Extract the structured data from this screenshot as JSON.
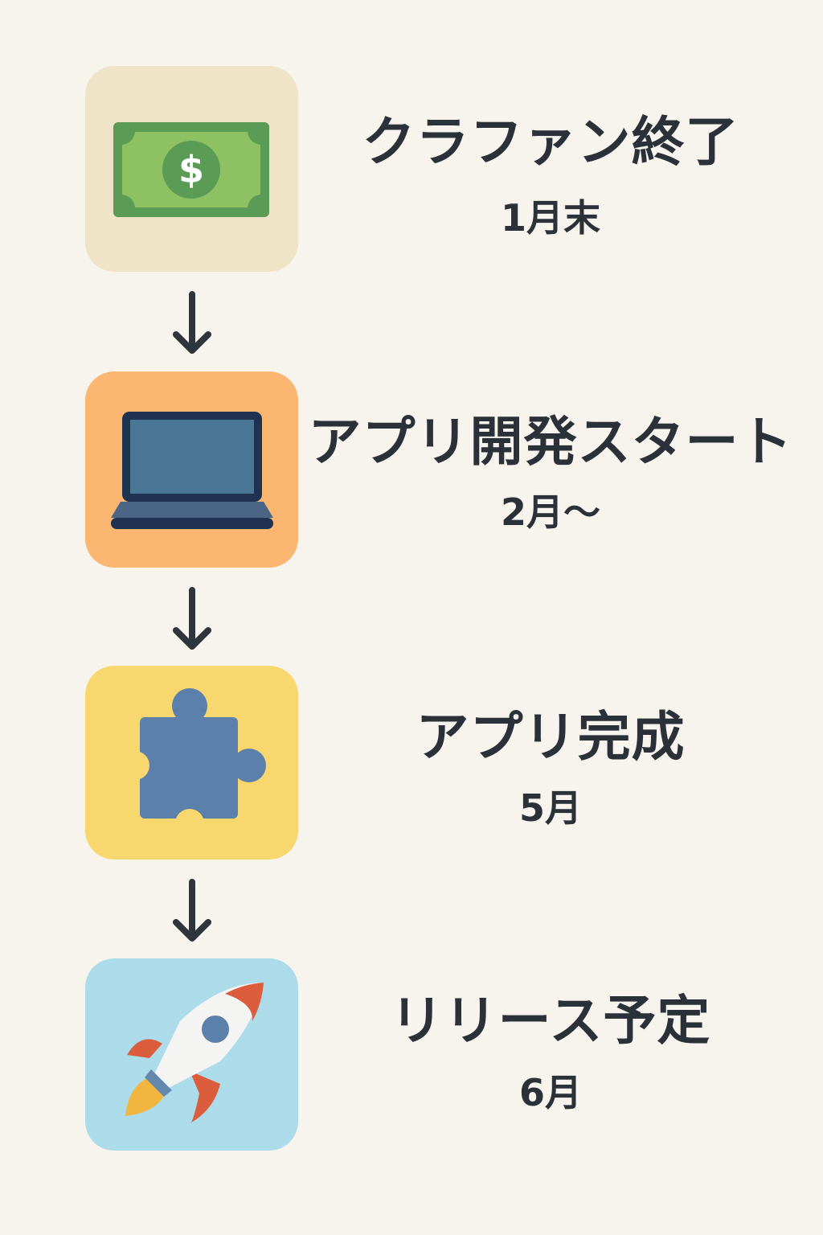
{
  "steps": [
    {
      "title": "クラファン終了",
      "date": "1月末",
      "icon": "money-bill-icon",
      "tile_color": "#f0e4c8"
    },
    {
      "title": "アプリ開発スタート",
      "date": "2月～",
      "icon": "laptop-icon",
      "tile_color": "#fbb672"
    },
    {
      "title": "アプリ完成",
      "date": "5月",
      "icon": "puzzle-piece-icon",
      "tile_color": "#f8d86e"
    },
    {
      "title": "リリース予定",
      "date": "6月",
      "icon": "rocket-icon",
      "tile_color": "#acdcea"
    }
  ],
  "colors": {
    "background": "#f7f4ee",
    "text": "#2b3138",
    "arrow": "#2f353c"
  }
}
